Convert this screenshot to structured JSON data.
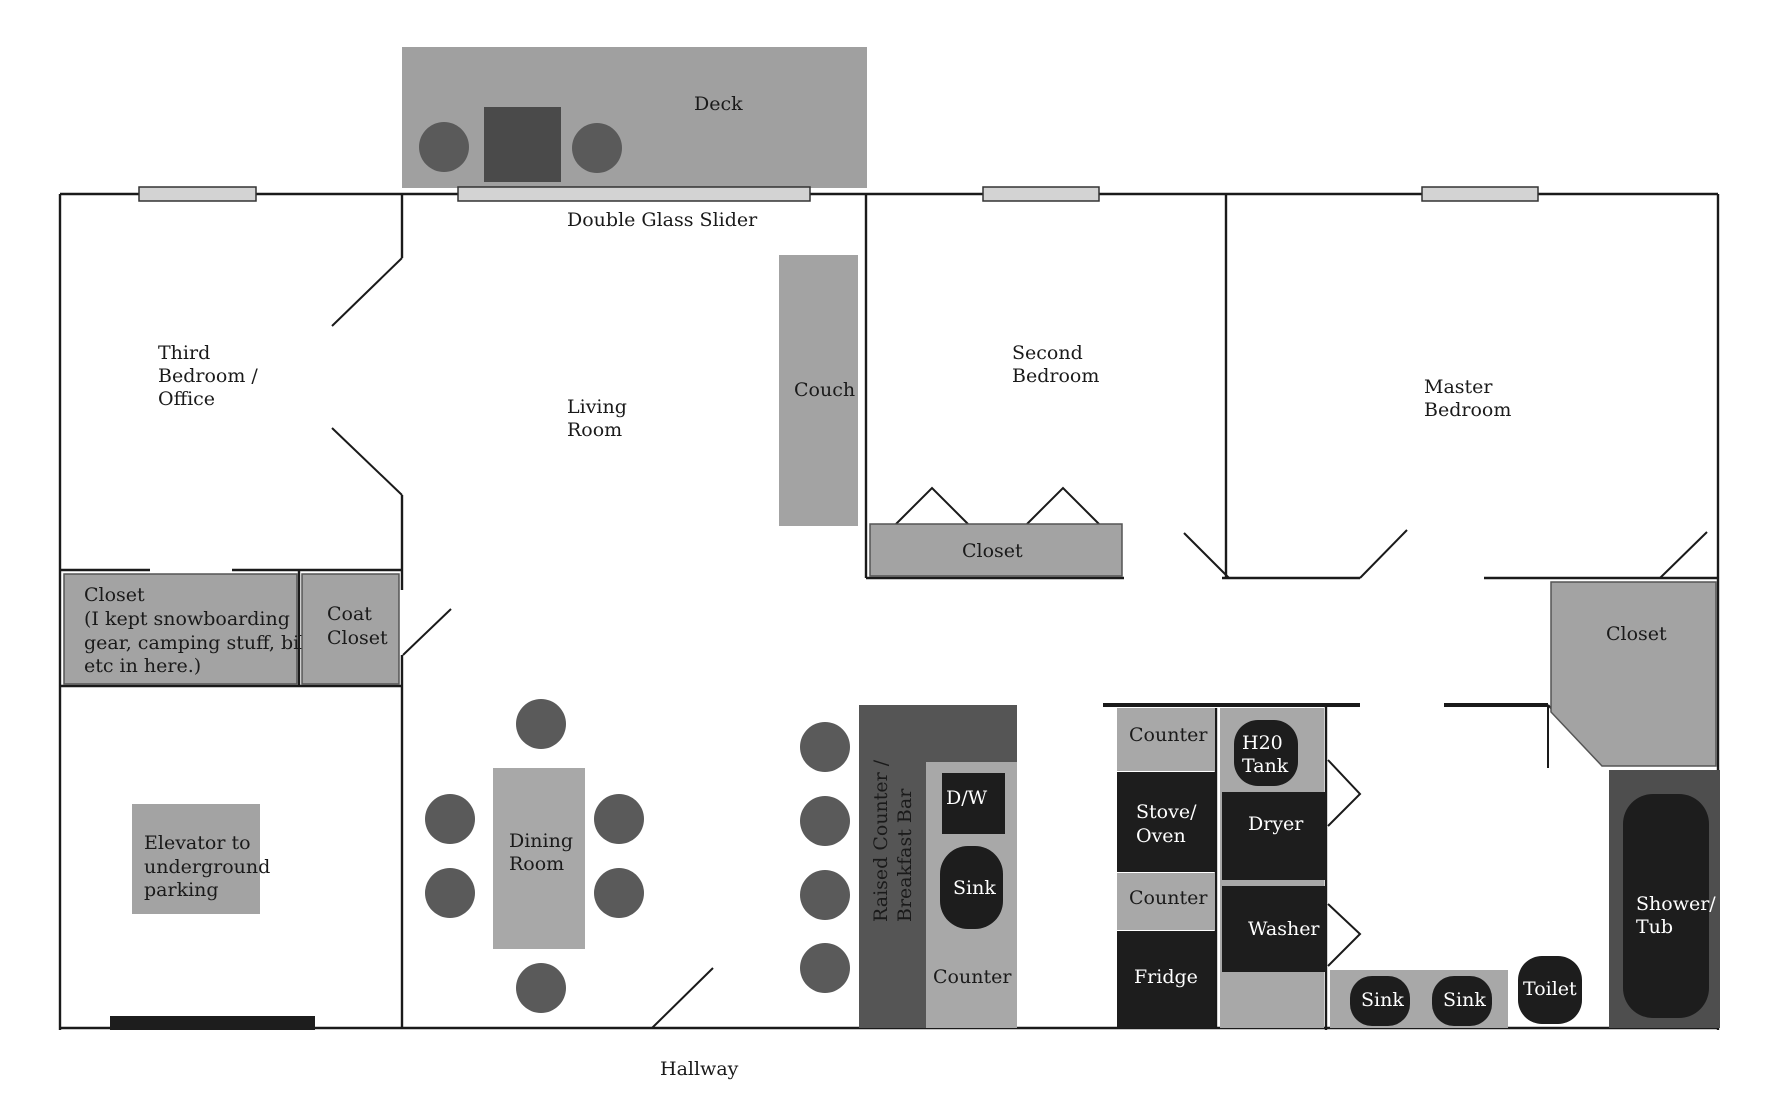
{
  "labels": {
    "deck": "Deck",
    "double_glass_slider": "Double Glass Slider",
    "third_bedroom": [
      "Third",
      "Bedroom /",
      "Office"
    ],
    "living_room": [
      "Living",
      "Room"
    ],
    "couch": "Couch",
    "second_bedroom": [
      "Second",
      "Bedroom"
    ],
    "master_bedroom": [
      "Master",
      "Bedroom"
    ],
    "closet_second": "Closet",
    "closet_storage": [
      "Closet",
      "(I kept snowboarding",
      "gear, camping stuff, bike,",
      "etc in here.)"
    ],
    "coat_closet": [
      "Coat",
      "Closet"
    ],
    "closet_master": "Closet",
    "elevator": [
      "Elevator to",
      "underground",
      "parking"
    ],
    "dining_room": [
      "Dining",
      "Room"
    ],
    "raised_counter": [
      "Raised Counter /",
      "Breakfast Bar"
    ],
    "dishwasher": "D/W",
    "kitchen_sink": "Sink",
    "counter_bottom": "Counter",
    "counter_top": "Counter",
    "stove_oven": [
      "Stove/",
      "Oven"
    ],
    "counter_middle": "Counter",
    "fridge": "Fridge",
    "h2o_tank": [
      "H20",
      "Tank"
    ],
    "dryer": "Dryer",
    "washer": "Washer",
    "bath_sink_1": "Sink",
    "bath_sink_2": "Sink",
    "toilet": "Toilet",
    "shower_tub": [
      "Shower/",
      "Tub"
    ],
    "hallway": "Hallway"
  }
}
